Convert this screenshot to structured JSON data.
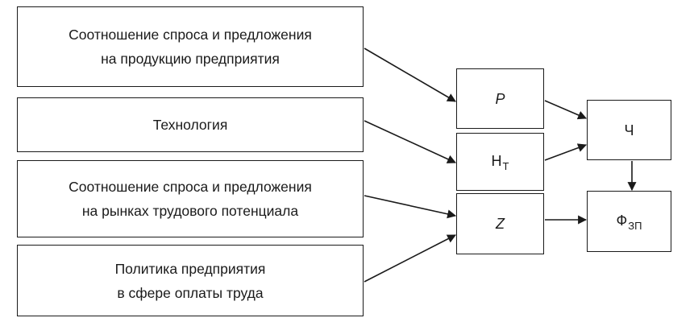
{
  "factors": {
    "demand_supply_product": {
      "line1": "Соотношение спроса и предложения",
      "line2": "на продукцию предприятия"
    },
    "technology": {
      "line1": "Технология"
    },
    "demand_supply_labor": {
      "line1": "Соотношение спроса и предложения",
      "line2": "на рынках трудового потенциала"
    },
    "pay_policy": {
      "line1": "Политика предприятия",
      "line2": "в сфере оплаты труда"
    }
  },
  "variables": {
    "p": {
      "label": "P"
    },
    "nt": {
      "label": "Н",
      "sub": "Т"
    },
    "z": {
      "label": "Z"
    },
    "ch": {
      "label": "Ч"
    },
    "fzp": {
      "label": "Ф",
      "sub": "ЗП"
    }
  },
  "colors": {
    "stroke": "#1a1a1a",
    "background": "#ffffff"
  }
}
